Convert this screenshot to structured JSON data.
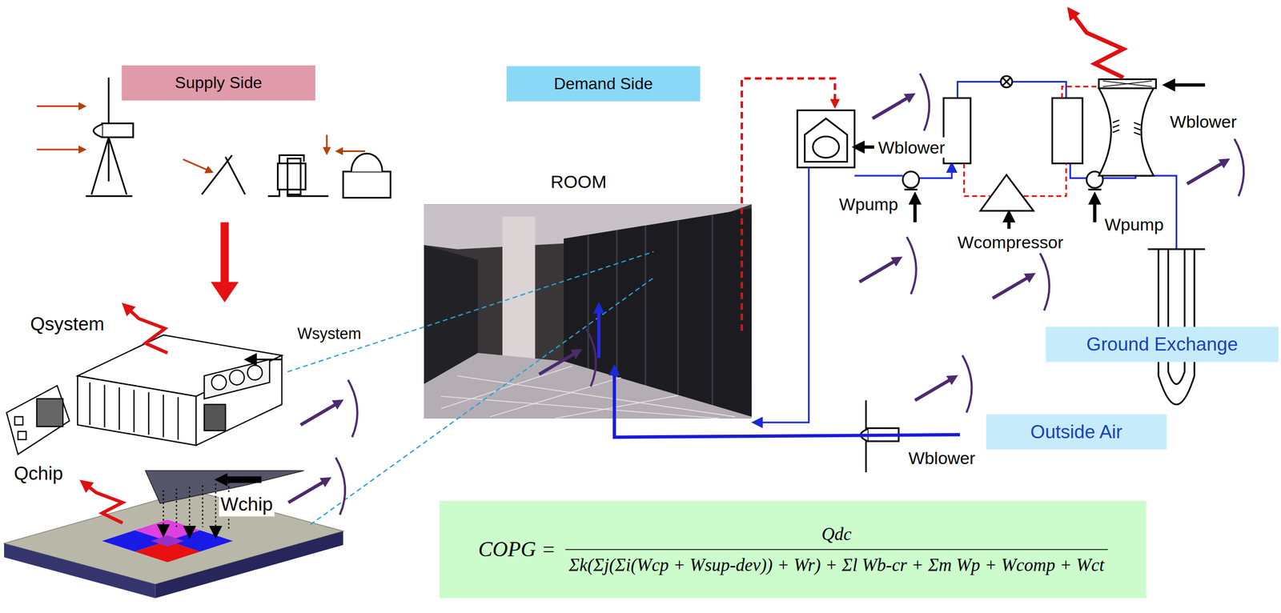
{
  "diagram": {
    "nodes": [
      {
        "text": [
          "Supply Side"
        ]
      },
      {
        "text": [
          "Demand Side"
        ]
      },
      {
        "text": [
          "Ground Exchange"
        ]
      },
      {
        "text": [
          "Outside Air"
        ]
      },
      {
        "text": [
          "COPG =",
          "Qdc",
          "Σk(Σj(Σi(Wcp + Wsup-dev)) + Wr) + Σl Wb-cr + Σm Wp + Wcomp + Wct"
        ]
      }
    ],
    "labels": [
      "Qsystem",
      "Wsystem",
      "ROOM",
      "Wblower",
      "Wpump",
      "Wcompressor",
      "Wpump",
      "Wblower",
      "Qchip",
      "Wchip",
      "Wblower"
    ]
  }
}
